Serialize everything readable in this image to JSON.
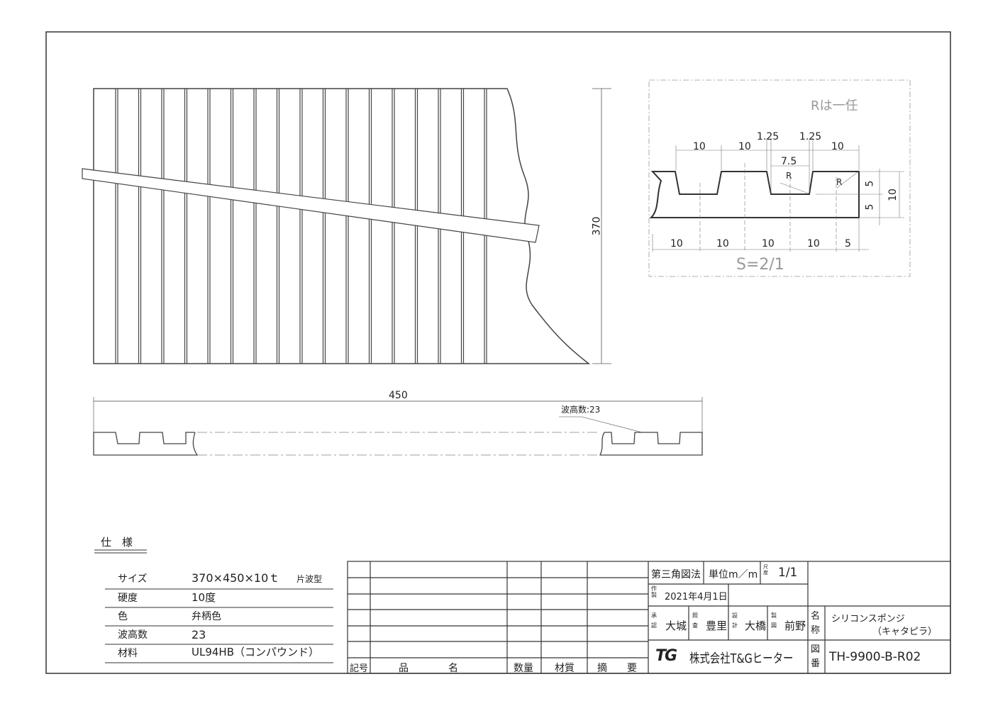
{
  "top_view": {
    "height_dim": "370"
  },
  "side_view": {
    "width_dim": "450",
    "wave_note": "波高数:23"
  },
  "section": {
    "note": "Rは一任",
    "scale": "S=2/1",
    "top_dims": [
      "10",
      "10",
      "1.25",
      "1.25",
      "10"
    ],
    "inner_dim": "7.5",
    "radius_labels": [
      "R",
      "R"
    ],
    "right_dims": [
      "5",
      "5",
      "10"
    ],
    "bottom_dims": [
      "10",
      "10",
      "10",
      "10",
      "5"
    ]
  },
  "spec": {
    "title": "仕　様",
    "rows": [
      {
        "label": "サイズ",
        "value": "370×450×10ｔ",
        "extra": "片波型"
      },
      {
        "label": "硬度",
        "value": "10度"
      },
      {
        "label": "色",
        "value": "弁柄色"
      },
      {
        "label": "波高数",
        "value": "23"
      },
      {
        "label": "材料",
        "value": "UL94HB（コンパウンド）"
      }
    ]
  },
  "parts_table": {
    "headers": [
      "記号",
      "品　　　　名",
      "数量",
      "材質",
      "摘　　要"
    ]
  },
  "title_block": {
    "projection": "第三角図法",
    "unit": "単位m／m",
    "scale_label": "尺度",
    "scale": "1/1",
    "made_label": "作製",
    "date": "2021年4月1日",
    "approved_label": "承認",
    "approved": "大城",
    "checked_label": "照査",
    "checked": "豊里",
    "designed_label": "設計",
    "designed": "大橋",
    "drawn_label": "製図",
    "drawn": "前野",
    "name_label": "名称",
    "name_line1": "シリコンスポンジ",
    "name_line2": "（キャタピラ）",
    "company_logo": "TG",
    "company": "株式会社T&Gヒーター",
    "drawing_no_label": "図番",
    "drawing_no": "TH-9900-B-R02"
  }
}
